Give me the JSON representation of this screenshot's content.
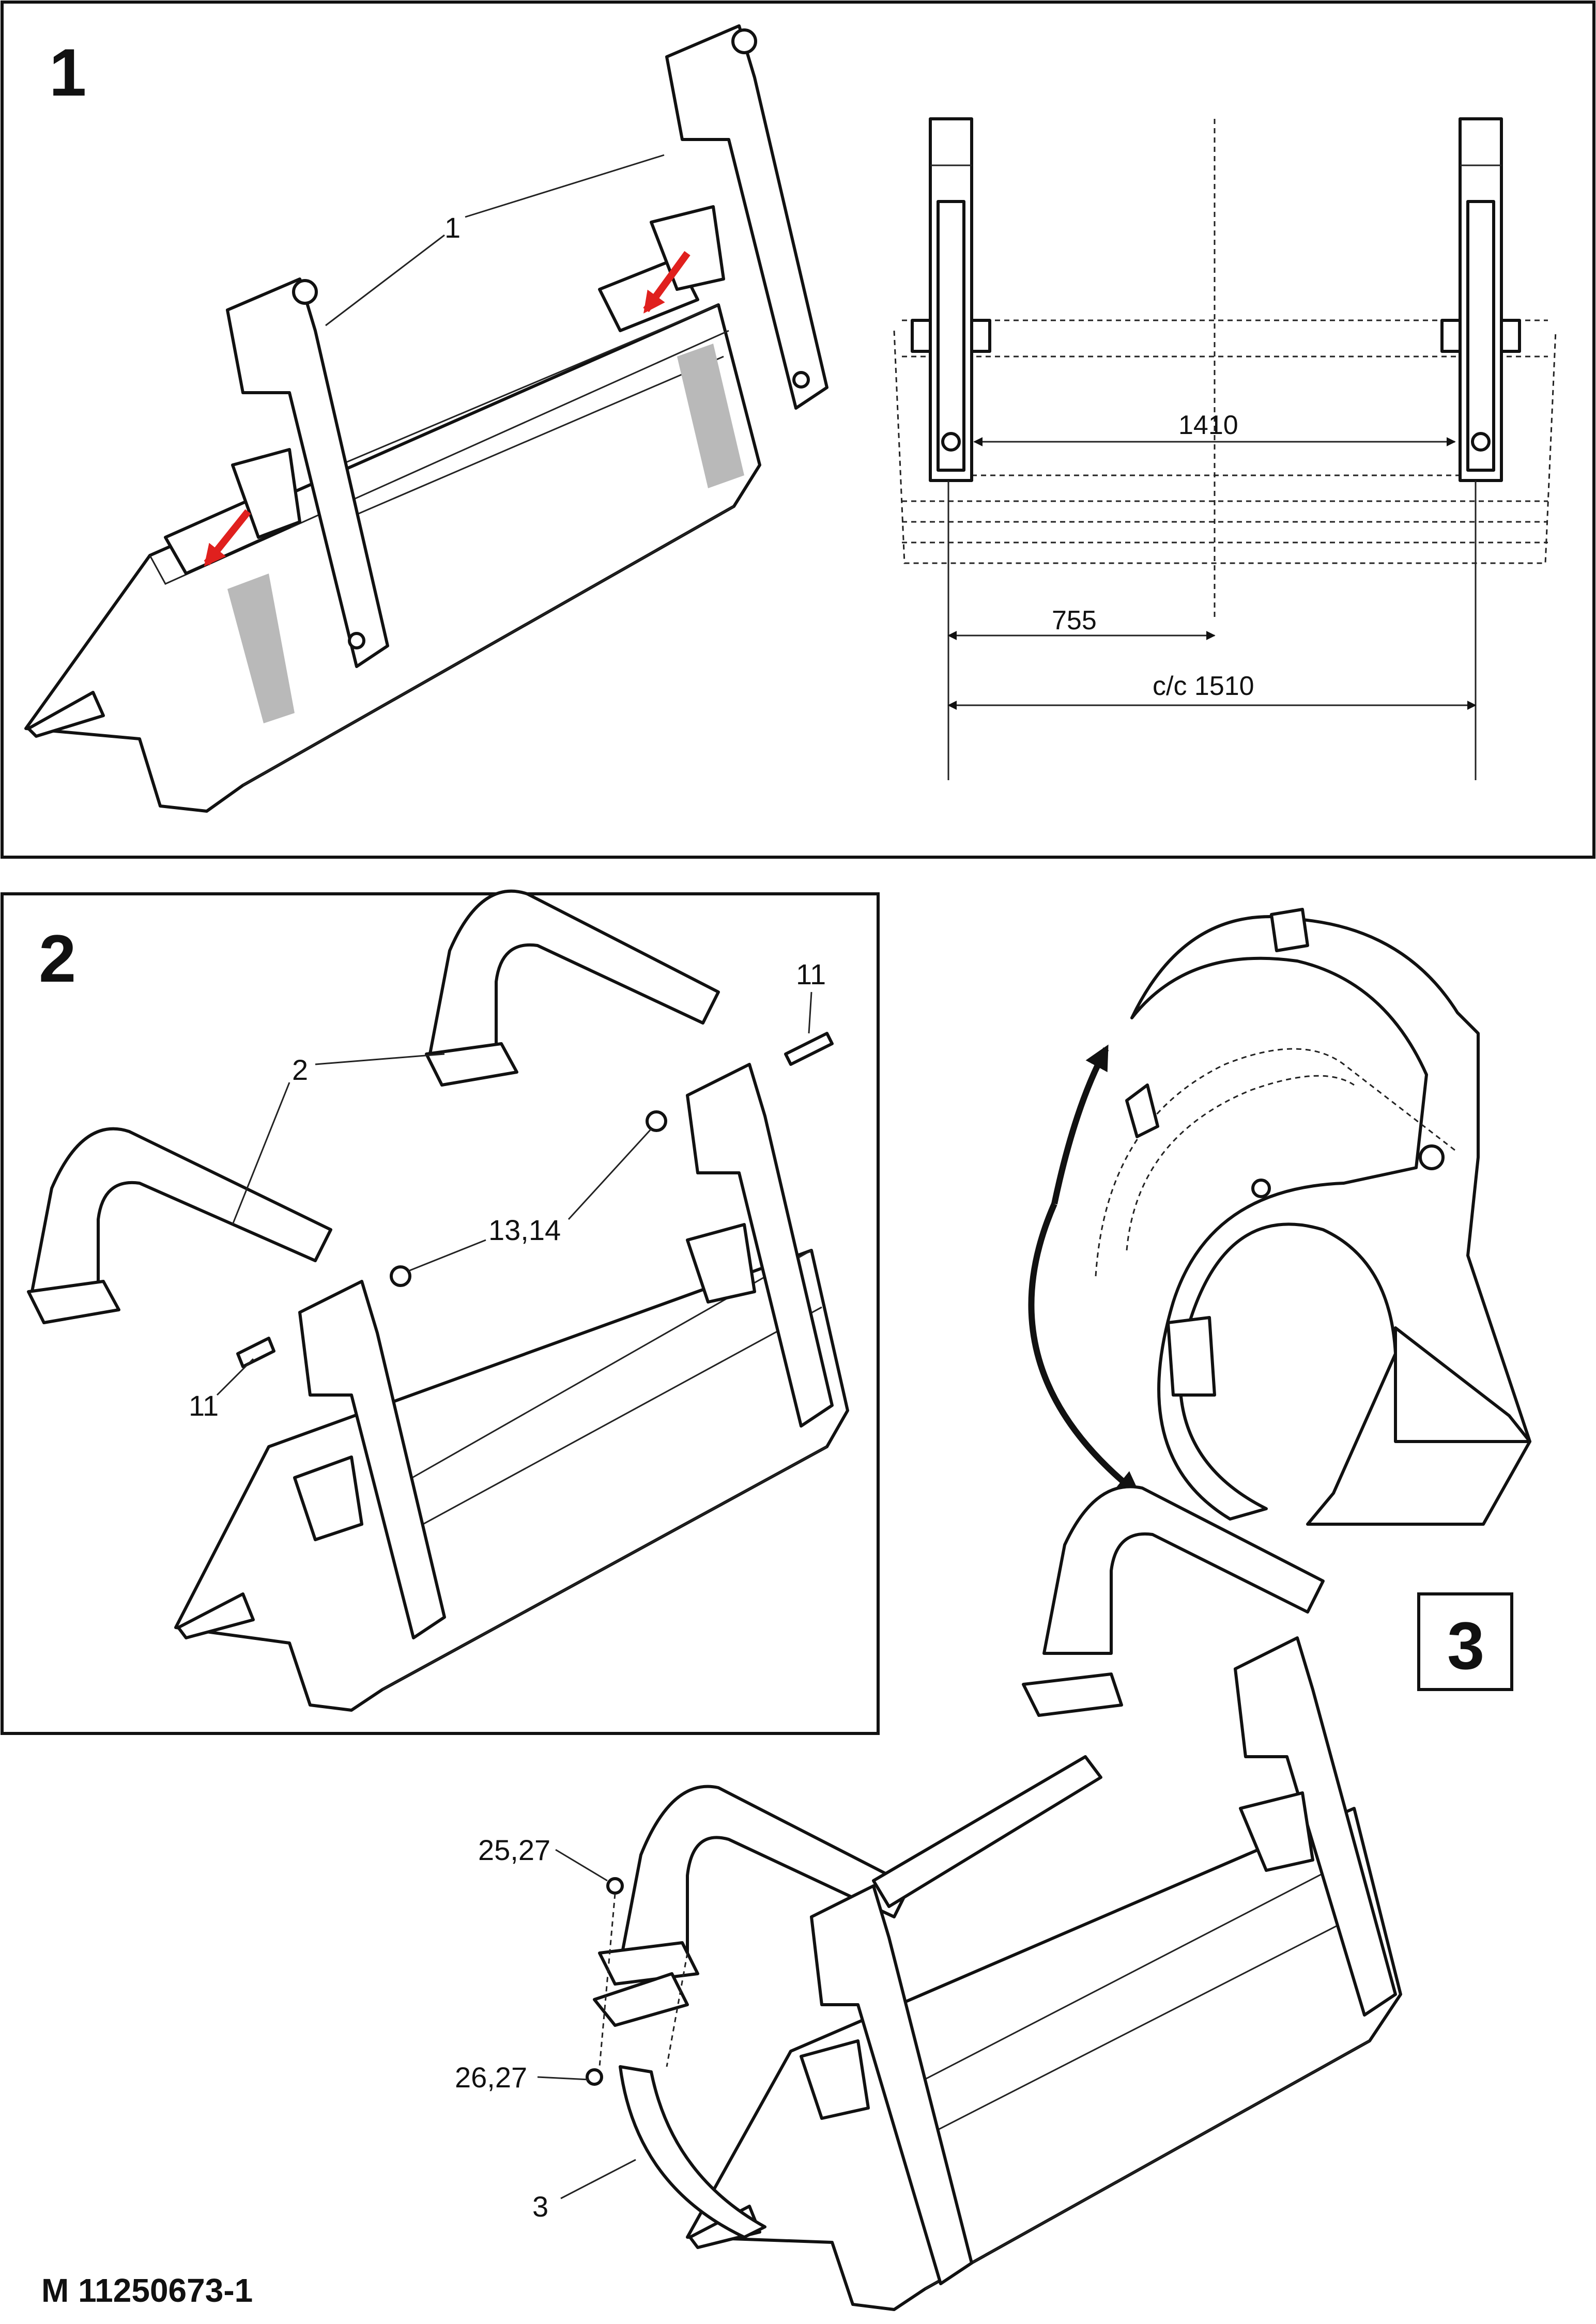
{
  "steps": {
    "step1": "1",
    "step2": "2",
    "step3": "3"
  },
  "dimensions": {
    "inner_width": "1410",
    "half_width": "755",
    "center_distance": "c/c 1510"
  },
  "callouts": {
    "panel1_part": "1",
    "panel2_part": "2",
    "panel2_bolt_top": "11",
    "panel2_washer": "13,14",
    "panel2_bolt_left": "11",
    "panel3_bolt_upper": "25,27",
    "panel3_bolt_lower": "26,27",
    "panel3_part": "3"
  },
  "drawing_number": "M 11250673-1",
  "colors": {
    "arrow_red": "#e0201e",
    "line": "#111111",
    "shade": "#b9b9b9"
  }
}
